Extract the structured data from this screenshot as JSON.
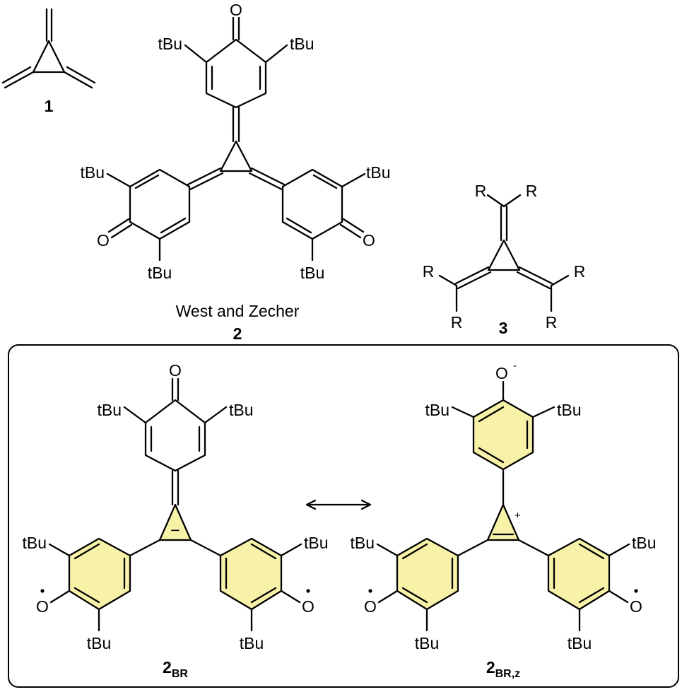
{
  "colors": {
    "aromatic_fill": "#f7f2a8",
    "line": "#000000",
    "background": "#ffffff"
  },
  "labels": {
    "tBu": "tBu",
    "O": "O",
    "R": "R",
    "minus": "−",
    "plus": "+",
    "superscript_minus": "-"
  },
  "compounds": {
    "c1": {
      "number": "1"
    },
    "c2": {
      "caption": "West and Zecher",
      "number": "2"
    },
    "c3": {
      "number": "3"
    },
    "c2br": {
      "number": "2",
      "subscript": "BR"
    },
    "c2brz": {
      "number": "2",
      "subscript": "BR,z"
    }
  },
  "resonance_arrow": "double-headed-arrow"
}
